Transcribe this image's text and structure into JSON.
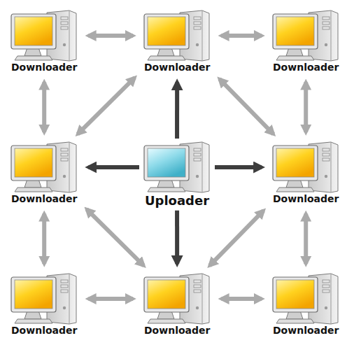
{
  "diagram": {
    "nodes": [
      {
        "text": [
          "Downloader"
        ]
      },
      {
        "text": [
          "Downloader"
        ]
      },
      {
        "text": [
          "Downloader"
        ]
      },
      {
        "text": [
          "Downloader"
        ]
      },
      {
        "text": [
          "Uploader"
        ]
      },
      {
        "text": [
          "Downloader"
        ]
      },
      {
        "text": [
          "Downloader"
        ]
      },
      {
        "text": [
          "Downloader"
        ]
      },
      {
        "text": [
          "Downloader"
        ]
      }
    ],
    "edges": [
      {
        "from": 4,
        "to": 1,
        "arrow": "to"
      },
      {
        "from": 4,
        "to": 3,
        "arrow": "to"
      },
      {
        "from": 4,
        "to": 5,
        "arrow": "to"
      },
      {
        "from": 4,
        "to": 7,
        "arrow": "to"
      },
      {
        "from": 0,
        "to": 1,
        "arrow": "both"
      },
      {
        "from": 1,
        "to": 2,
        "arrow": "both"
      },
      {
        "from": 0,
        "to": 3,
        "arrow": "both"
      },
      {
        "from": 2,
        "to": 5,
        "arrow": "both"
      },
      {
        "from": 3,
        "to": 6,
        "arrow": "both"
      },
      {
        "from": 5,
        "to": 8,
        "arrow": "both"
      },
      {
        "from": 6,
        "to": 7,
        "arrow": "both"
      },
      {
        "from": 7,
        "to": 8,
        "arrow": "both"
      },
      {
        "from": 3,
        "to": 1,
        "arrow": "both"
      },
      {
        "from": 1,
        "to": 5,
        "arrow": "both"
      },
      {
        "from": 3,
        "to": 7,
        "arrow": "both"
      },
      {
        "from": 7,
        "to": 5,
        "arrow": "both"
      }
    ]
  }
}
